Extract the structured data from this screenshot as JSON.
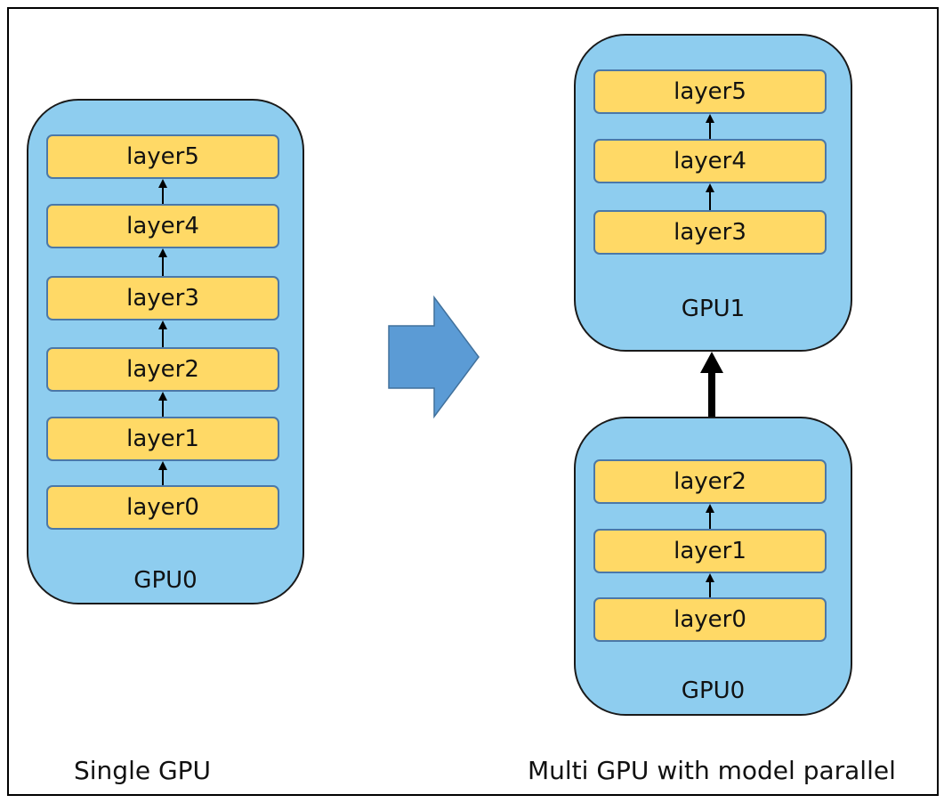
{
  "single": {
    "caption": "Single GPU",
    "gpu_label": "GPU0",
    "layers": [
      "layer5",
      "layer4",
      "layer3",
      "layer2",
      "layer1",
      "layer0"
    ]
  },
  "multi": {
    "caption": "Multi GPU with model parallel",
    "gpu1": {
      "label": "GPU1",
      "layers": [
        "layer5",
        "layer4",
        "layer3"
      ]
    },
    "gpu0": {
      "label": "GPU0",
      "layers": [
        "layer2",
        "layer1",
        "layer0"
      ]
    }
  },
  "colors": {
    "gpu_fill": "#8ecdef",
    "layer_fill": "#ffd966",
    "layer_border": "#4b78a8",
    "transform_arrow": "#5b9bd5"
  }
}
